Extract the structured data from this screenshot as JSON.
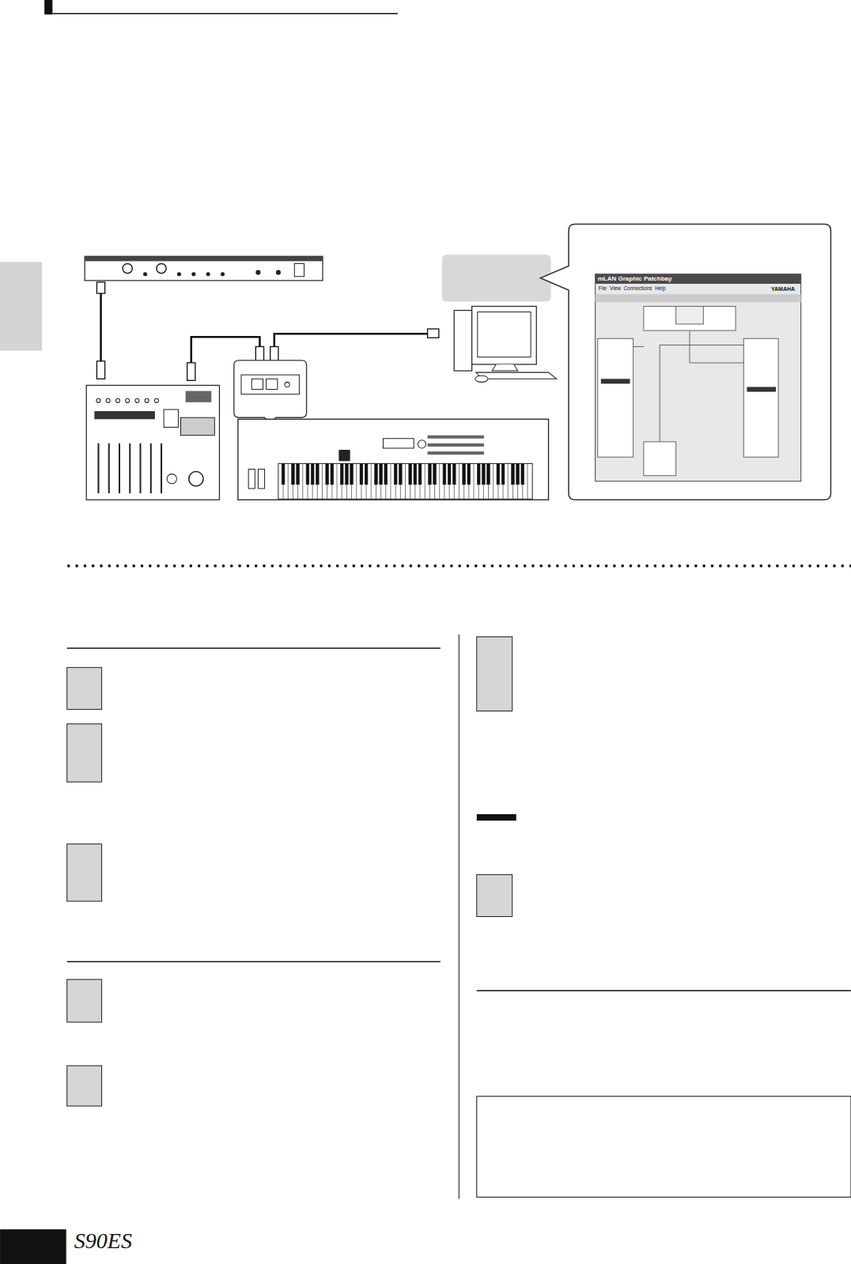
{
  "diagram": {
    "nodes": [
      {
        "text": [
          "mLAN Graphic Patchbay"
        ]
      }
    ],
    "labels": [
      "File",
      "View",
      "Connections",
      "Help",
      "YAMAHA",
      "S90ES"
    ]
  }
}
